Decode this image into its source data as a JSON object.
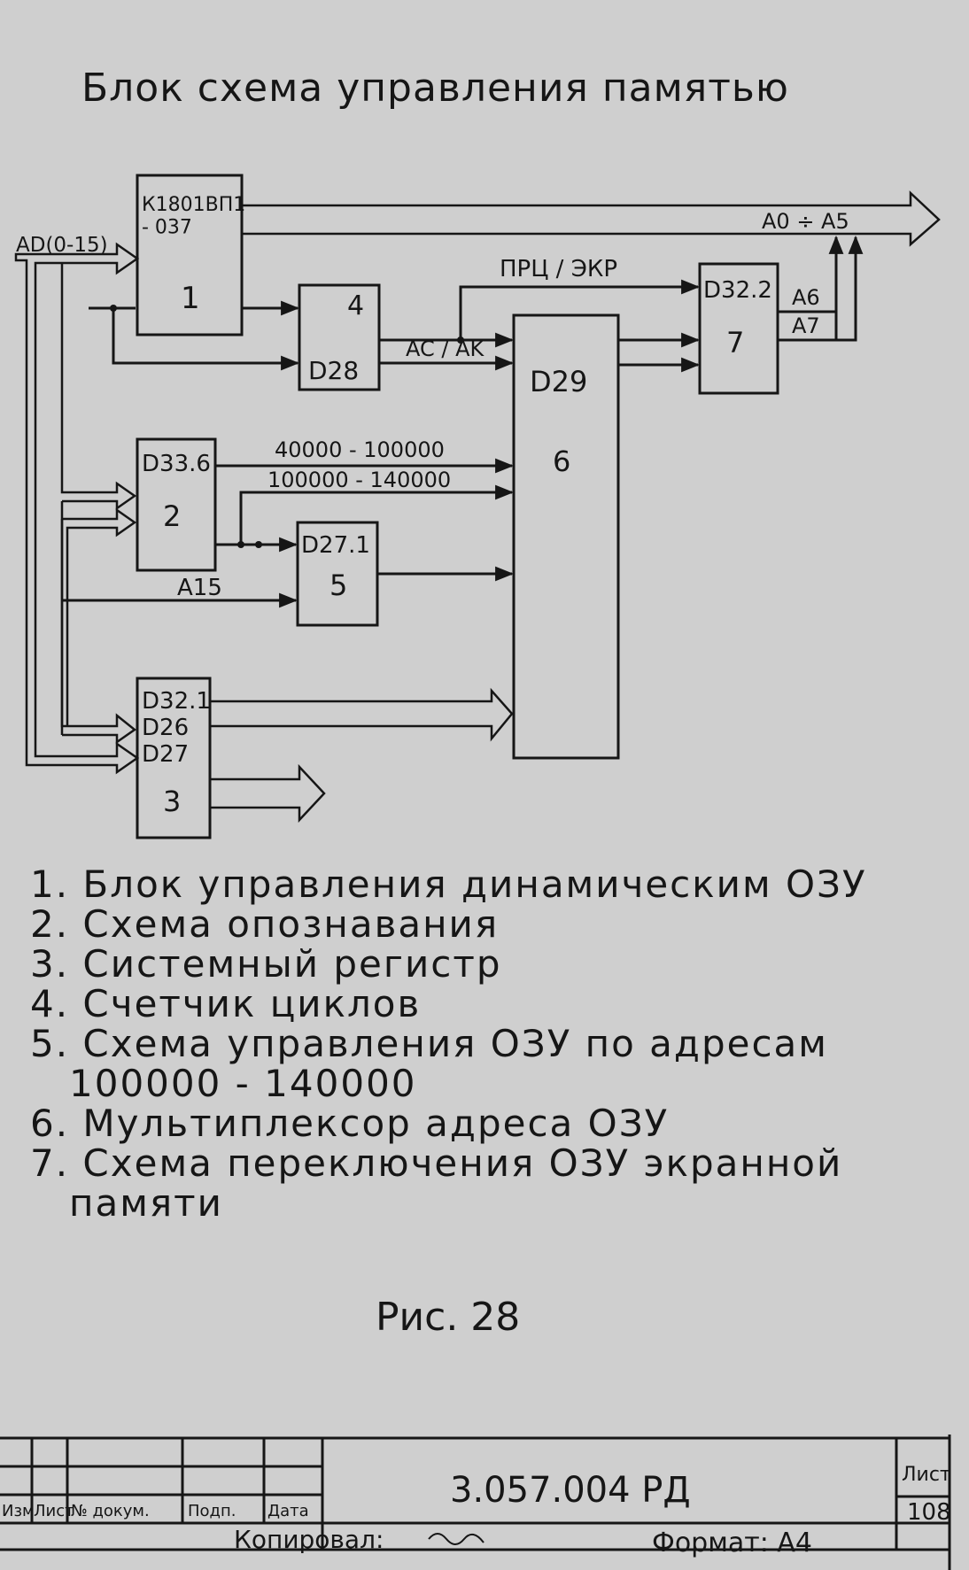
{
  "title": "Блок схема управления памятью",
  "blocks": {
    "b1": {
      "label": "К1801ВП1\n- 037",
      "num": "1"
    },
    "b4": {
      "num": "4",
      "label": "D28"
    },
    "b2": {
      "label": "D33.6",
      "num": "2"
    },
    "b5": {
      "label": "D27.1",
      "num": "5"
    },
    "b3": {
      "label": "D32.1\nD26\nD27",
      "num": "3"
    },
    "b6": {
      "label": "D29",
      "num": "6"
    },
    "b7": {
      "label": "D32.2",
      "num": "7"
    }
  },
  "signals": {
    "ad_bus": "AD(0-15)",
    "a0_a5": "A0 ÷ A5",
    "prc_ekr": "ПРЦ / ЭКР",
    "ac_ak": "AC / AK",
    "range1": "40000 - 100000",
    "range2": "100000 - 140000",
    "a15": "A15",
    "a6": "A6",
    "a7": "A7"
  },
  "legend": [
    "1. Блок управления динамическим ОЗУ",
    "2. Схема опознавания",
    "3. Системный регистр",
    "4. Счетчик циклов",
    "5. Схема управления ОЗУ по адресам",
    "100000 - 140000",
    "6. Мультиплексор адреса ОЗУ",
    "7. Схема переключения ОЗУ экранной",
    "памяти"
  ],
  "caption": "Рис. 28",
  "stamp": {
    "doc_code": "3.057.004 РД",
    "sheet_label": "Лист",
    "sheet_num": "108",
    "col_izm": "Изм",
    "col_list": "Лист",
    "col_doc": "№ докум.",
    "col_sign": "Подп.",
    "col_date": "Дата",
    "copied": "Копировал:",
    "format": "Формат: А4"
  }
}
